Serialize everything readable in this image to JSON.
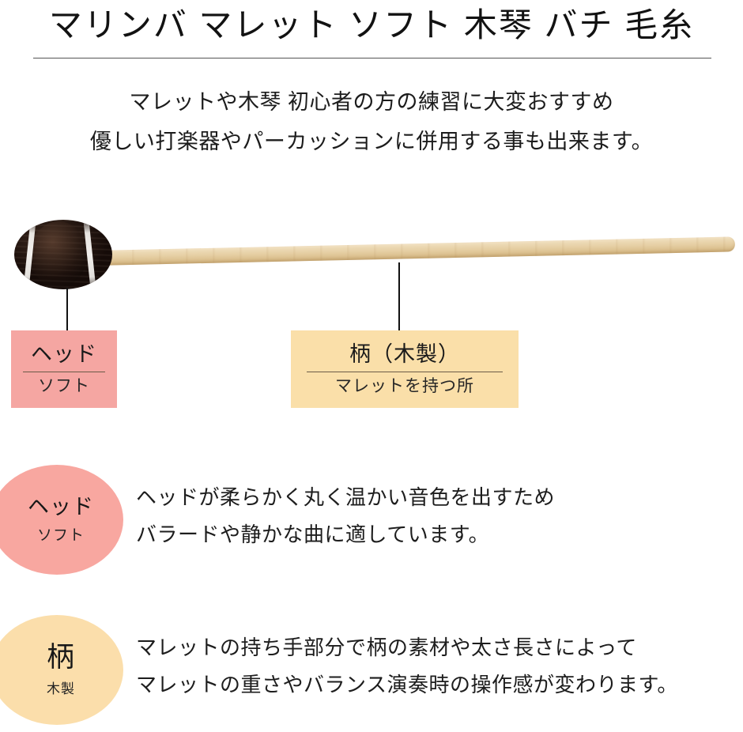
{
  "header": {
    "title": "マリンバ マレット ソフト 木琴 バチ 毛糸",
    "divider": "horizontal-rule"
  },
  "subtitle": {
    "lines": [
      "マレットや木琴 初心者の方の練習に大変おすすめ",
      "優しい打楽器やパーカッションに併用する事も出来ます。"
    ]
  },
  "illustration": {
    "head_label": "mallet-head-yarn",
    "shaft_label": "mallet-wooden-shaft",
    "colors": {
      "head": "#20130e",
      "head_stripe": "#f8f6f2",
      "shaft": "#e6cfa4",
      "leader_line": "#111111"
    }
  },
  "callouts": [
    {
      "key": "head",
      "primary": "ヘッド",
      "secondary": "ソフト",
      "color": "#f5a6a2"
    },
    {
      "key": "handle",
      "primary": "柄（木製）",
      "secondary": "マレットを持つ所",
      "color": "#fadfa9"
    }
  ],
  "features": [
    {
      "key": "head",
      "circle_primary": "ヘッド",
      "circle_secondary": "ソフト",
      "color": "#f8a7a0",
      "description_lines": [
        "ヘッドが柔らかく丸く温かい音色を出すため",
        "バラードや静かな曲に適しています。"
      ]
    },
    {
      "key": "handle",
      "circle_primary": "柄",
      "circle_secondary": "木製",
      "color": "#fbdeab",
      "description_lines": [
        "マレットの持ち手部分で柄の素材や太さ長さによって",
        "マレットの重さやバランス演奏時の操作感が変わります。"
      ]
    }
  ]
}
